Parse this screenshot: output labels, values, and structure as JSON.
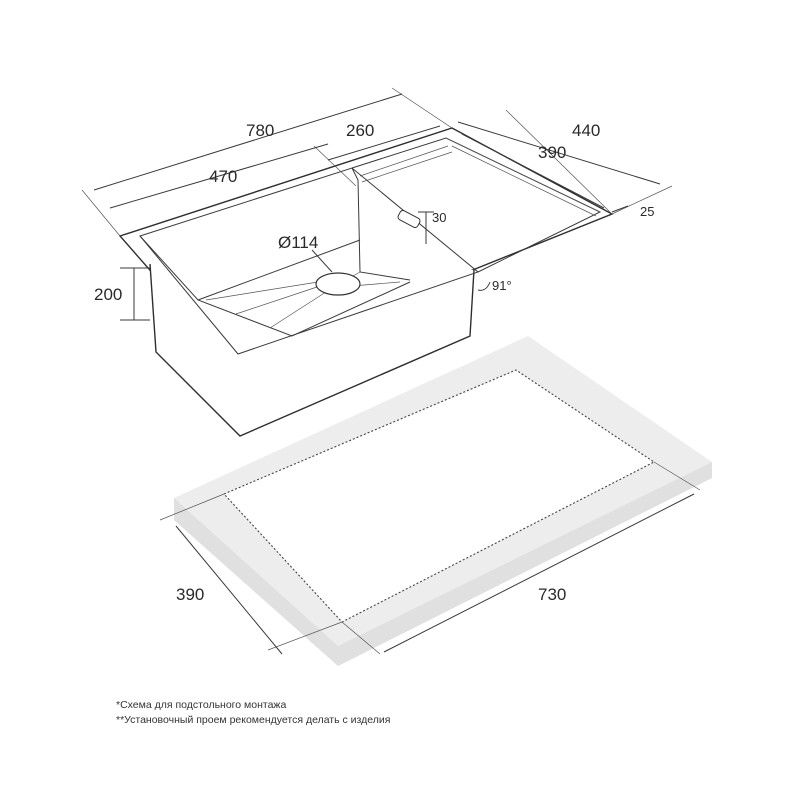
{
  "dimensions": {
    "total_length": "780",
    "bowl_length": "470",
    "drainer_length": "260",
    "total_depth": "440",
    "drainer_depth": "390",
    "rim": "25",
    "overflow": "30",
    "drain_diameter": "Ø114",
    "bowl_height": "200",
    "wall_angle": "91°",
    "cutout_depth": "390",
    "cutout_length": "730"
  },
  "notes": [
    "*Схема для подстольного монтажа",
    "**Установочный проем рекомендуется делать с изделия"
  ]
}
